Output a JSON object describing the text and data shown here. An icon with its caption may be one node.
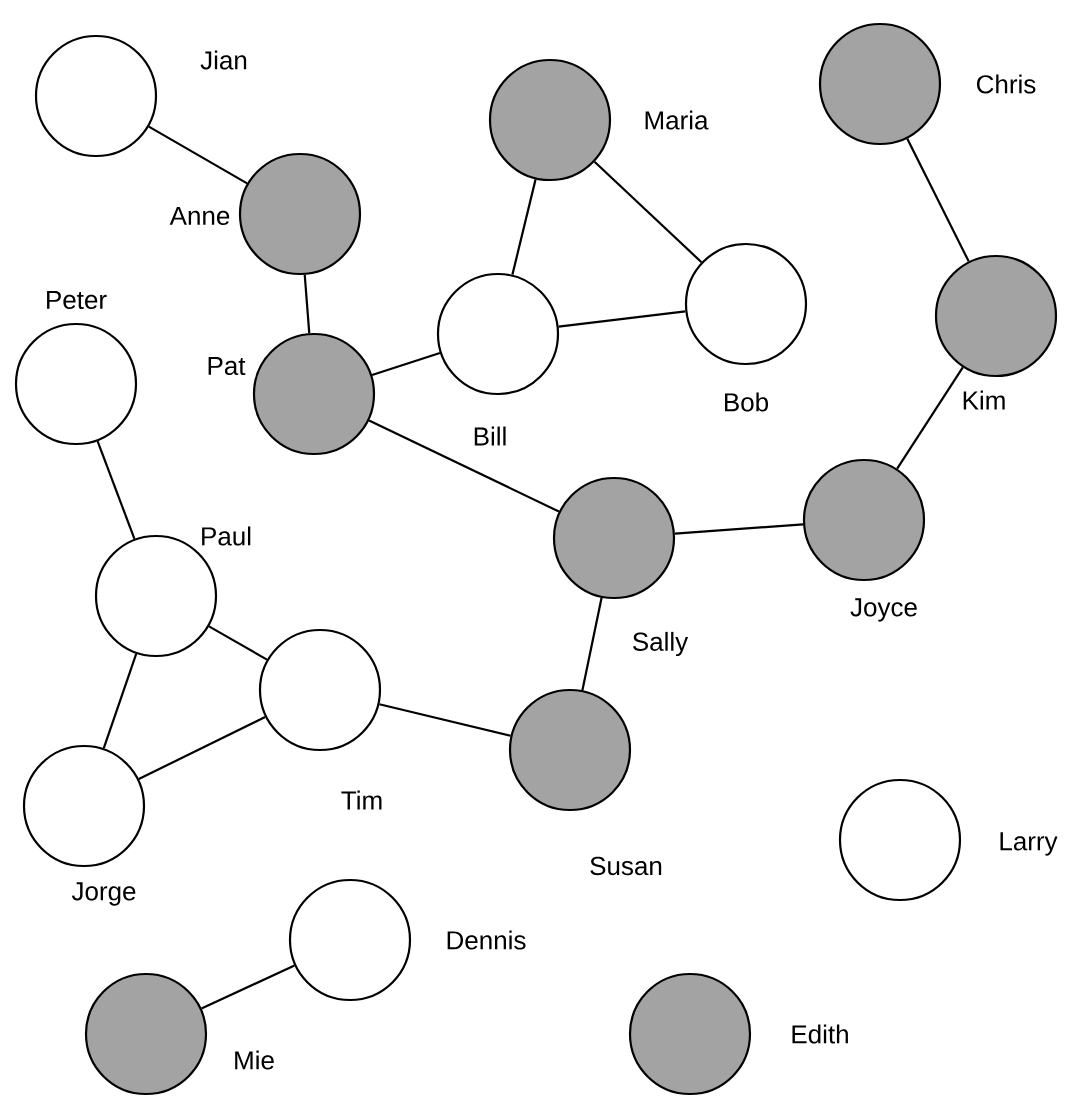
{
  "diagram": {
    "nodes": [
      {
        "text": [
          "Jian"
        ]
      },
      {
        "text": [
          "Anne"
        ]
      },
      {
        "text": [
          "Maria"
        ]
      },
      {
        "text": [
          "Chris"
        ]
      },
      {
        "text": [
          "Peter"
        ]
      },
      {
        "text": [
          "Pat"
        ]
      },
      {
        "text": [
          "Bill"
        ]
      },
      {
        "text": [
          "Bob"
        ]
      },
      {
        "text": [
          "Kim"
        ]
      },
      {
        "text": [
          "Paul"
        ]
      },
      {
        "text": [
          "Sally"
        ]
      },
      {
        "text": [
          "Joyce"
        ]
      },
      {
        "text": [
          "Tim"
        ]
      },
      {
        "text": [
          "Jorge"
        ]
      },
      {
        "text": [
          "Susan"
        ]
      },
      {
        "text": [
          "Larry"
        ]
      },
      {
        "text": [
          "Dennis"
        ]
      },
      {
        "text": [
          "Mie"
        ]
      },
      {
        "text": [
          "Edith"
        ]
      }
    ],
    "edges": [
      {
        "from": 0,
        "to": 1,
        "arrow": "none"
      },
      {
        "from": 1,
        "to": 5,
        "arrow": "none"
      },
      {
        "from": 2,
        "to": 6,
        "arrow": "none"
      },
      {
        "from": 2,
        "to": 7,
        "arrow": "none"
      },
      {
        "from": 6,
        "to": 7,
        "arrow": "none"
      },
      {
        "from": 5,
        "to": 6,
        "arrow": "none"
      },
      {
        "from": 5,
        "to": 10,
        "arrow": "none"
      },
      {
        "from": 3,
        "to": 8,
        "arrow": "none"
      },
      {
        "from": 8,
        "to": 11,
        "arrow": "none"
      },
      {
        "from": 10,
        "to": 11,
        "arrow": "none"
      },
      {
        "from": 10,
        "to": 14,
        "arrow": "none"
      },
      {
        "from": 4,
        "to": 9,
        "arrow": "none"
      },
      {
        "from": 9,
        "to": 12,
        "arrow": "none"
      },
      {
        "from": 9,
        "to": 13,
        "arrow": "none"
      },
      {
        "from": 12,
        "to": 13,
        "arrow": "none"
      },
      {
        "from": 12,
        "to": 14,
        "arrow": "none"
      },
      {
        "from": 16,
        "to": 17,
        "arrow": "none"
      }
    ]
  }
}
